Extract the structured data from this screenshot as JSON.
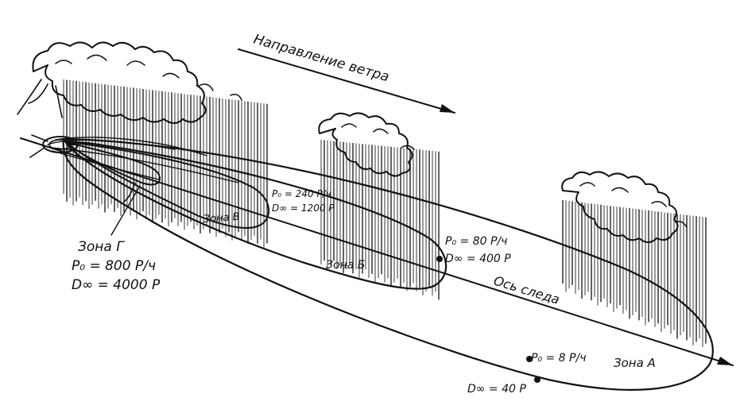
{
  "diagram": {
    "wind_direction_label": "Направление ветра",
    "trace_axis_label": "Ось следа",
    "zones": [
      {
        "name": "Зона Г",
        "rate": "P₀ = 800 Р/ч",
        "dose": "D∞ = 4000 Р"
      },
      {
        "name": "Зона В",
        "rate": "P₀ = 240 Р/ч",
        "dose": "D∞ = 1200 Р"
      },
      {
        "name": "Зона Б",
        "rate": "P₀ = 80 Р/ч",
        "dose": "D∞ = 400 Р"
      },
      {
        "name": "Зона А",
        "rate": "P₀ = 8 Р/ч",
        "dose": "D∞ = 40 Р"
      }
    ],
    "ink_color": "#111111",
    "background_color": "#ffffff"
  }
}
